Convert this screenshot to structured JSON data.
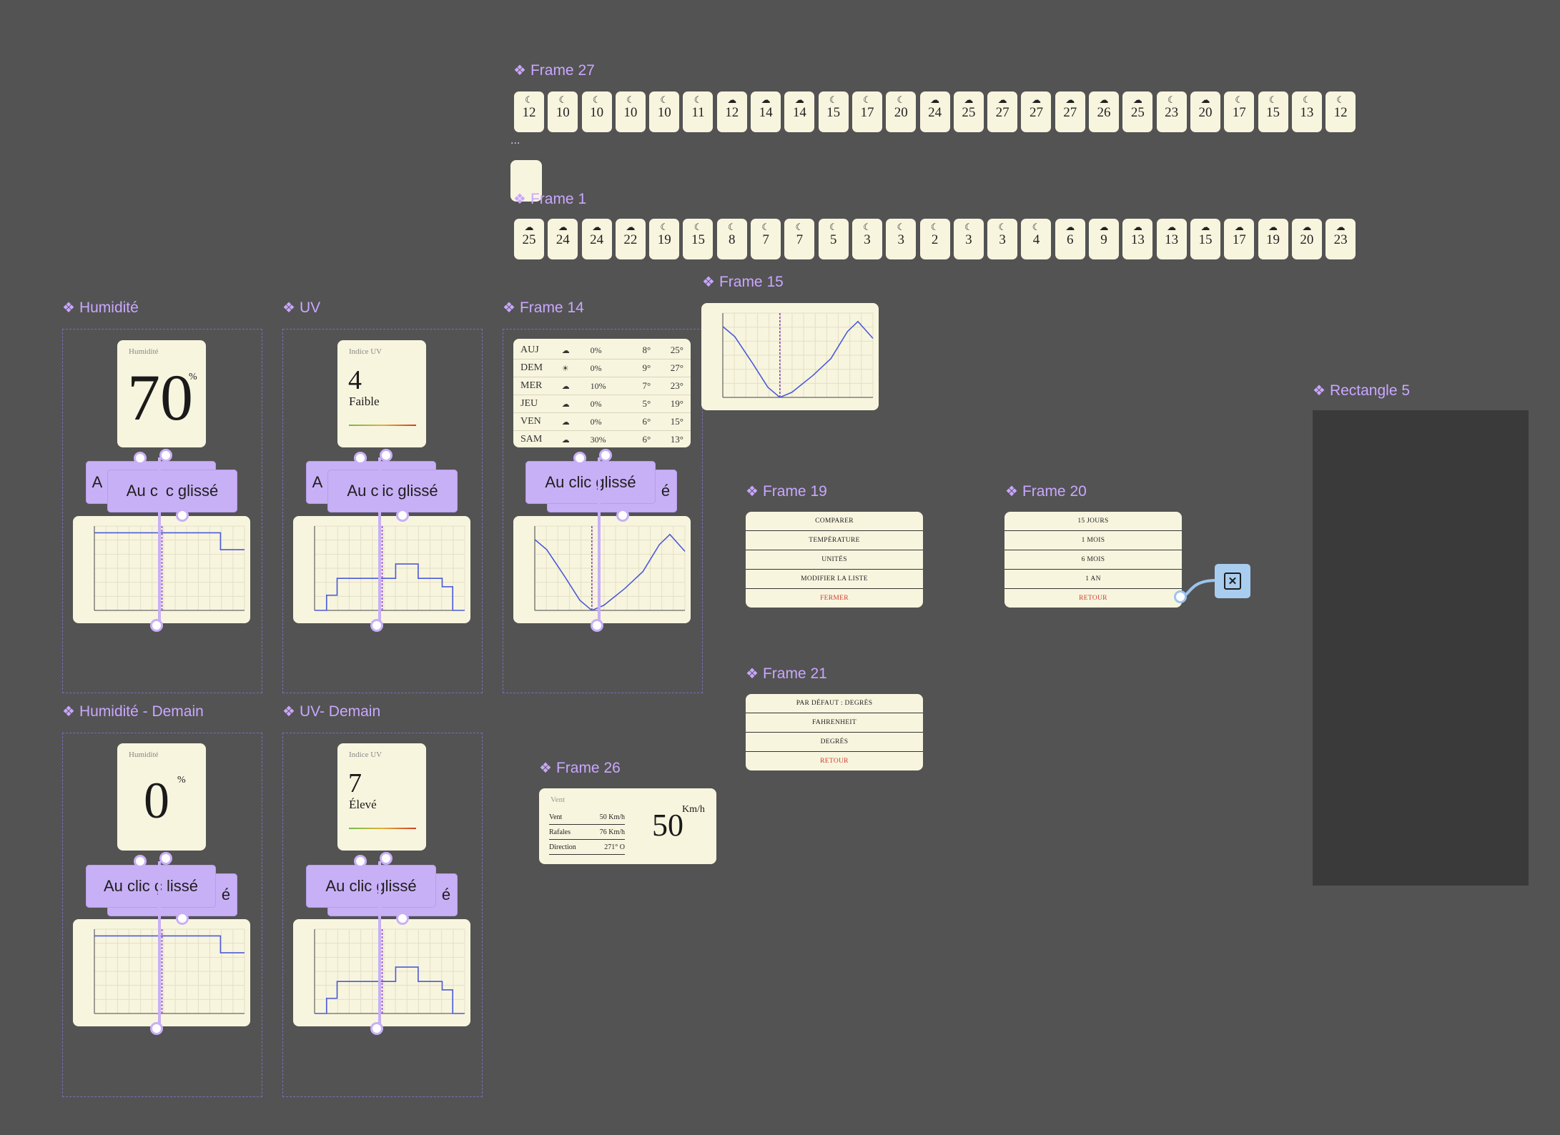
{
  "frames": {
    "frame27": "Frame 27",
    "frame1": "Frame 1",
    "humidite": "Humidité",
    "uv": "UV",
    "frame14": "Frame 14",
    "frame15": "Frame 15",
    "rectangle5": "Rectangle 5",
    "frame19": "Frame 19",
    "frame20": "Frame 20",
    "frame21": "Frame 21",
    "humidite_demain": "Humidité - Demain",
    "uv_demain": "UV- Demain",
    "frame26": "Frame 26"
  },
  "ellipsis": "...",
  "strip27": {
    "temps": [
      "12",
      "10",
      "10",
      "10",
      "10",
      "11",
      "12",
      "14",
      "14",
      "15",
      "17",
      "20",
      "24",
      "25",
      "27",
      "27",
      "27",
      "26",
      "25",
      "23",
      "20",
      "17",
      "15",
      "13",
      "12"
    ],
    "icons": [
      "moon-icon",
      "moon-icon",
      "moon-icon",
      "moon-icon",
      "moon-icon",
      "moon-icon",
      "cloud-icon",
      "cloud-icon",
      "cloud-icon",
      "moon-icon",
      "moon-icon",
      "moon-icon",
      "cloud-icon",
      "cloud-icon",
      "cloud-icon",
      "cloud-icon",
      "cloud-icon",
      "cloud-icon",
      "cloud-icon",
      "moon-icon",
      "cloud-icon",
      "moon-icon",
      "moon-icon",
      "moon-icon",
      "moon-icon"
    ]
  },
  "strip1": {
    "temps": [
      "25",
      "24",
      "24",
      "22",
      "19",
      "15",
      "8",
      "7",
      "7",
      "5",
      "3",
      "3",
      "2",
      "3",
      "3",
      "4",
      "6",
      "9",
      "13",
      "13",
      "15",
      "17",
      "19",
      "20",
      "23"
    ],
    "icons": [
      "cloud-icon",
      "cloud-icon",
      "cloud-icon",
      "cloud-icon",
      "moon-icon",
      "moon-icon",
      "moon-icon",
      "moon-icon",
      "moon-icon",
      "moon-icon",
      "moon-icon",
      "moon-icon",
      "moon-icon",
      "moon-icon",
      "moon-icon",
      "moon-icon",
      "cloud-icon",
      "cloud-icon",
      "cloud-icon",
      "cloud-icon",
      "cloud-icon",
      "cloud-icon",
      "cloud-icon",
      "cloud-icon",
      "cloud-icon"
    ]
  },
  "humidite_card": {
    "title": "Humidité",
    "value": "70",
    "unit": "%"
  },
  "uv_card": {
    "title": "Indice UV",
    "value": "4",
    "level": "Faible"
  },
  "humidite_demain_card": {
    "title": "Humidité",
    "value": "0",
    "unit": "%"
  },
  "uv_demain_card": {
    "title": "Indice UV",
    "value": "7",
    "level": "Élevé"
  },
  "interaction_label": "Au clic glissé",
  "interaction_label_clipped": "Au cl c glissé",
  "interaction_label_clipped2": "Au clic ç lissé",
  "forecast": [
    {
      "day": "AUJ",
      "icon": "cloud-icon",
      "rain": "0%",
      "min": "8°",
      "max": "25°"
    },
    {
      "day": "DEM",
      "icon": "sun-icon",
      "rain": "0%",
      "min": "9°",
      "max": "27°"
    },
    {
      "day": "MER",
      "icon": "cloud-icon",
      "rain": "10%",
      "min": "7°",
      "max": "23°"
    },
    {
      "day": "JEU",
      "icon": "cloud-icon",
      "rain": "0%",
      "min": "5°",
      "max": "19°"
    },
    {
      "day": "VEN",
      "icon": "cloud-icon",
      "rain": "0%",
      "min": "6°",
      "max": "15°"
    },
    {
      "day": "SAM",
      "icon": "cloud-icon",
      "rain": "30%",
      "min": "6°",
      "max": "13°"
    }
  ],
  "menu19": [
    "COMPARER",
    "TEMPÉRATURE",
    "UNITÉS",
    "MODIFIER LA LISTE",
    "FERMER"
  ],
  "menu20": [
    "15 JOURS",
    "1 MOIS",
    "6 MOIS",
    "1 AN",
    "RETOUR"
  ],
  "menu21": [
    "PAR DÉFAUT : DEGRÉS",
    "FAHRENHEIT",
    "DEGRÉS",
    "RETOUR"
  ],
  "wind": {
    "title": "Vent",
    "rows": [
      {
        "label": "Vent",
        "value": "50 Km/h"
      },
      {
        "label": "Rafales",
        "value": "76 Km/h"
      },
      {
        "label": "Direction",
        "value": "271° O"
      }
    ],
    "big": "50",
    "unit": "Km/h"
  },
  "colors": {
    "accent": "#c8b0f6",
    "card": "#f8f5df",
    "canvas": "#535353",
    "line": "#4a5bd8",
    "danger": "#d23b2b"
  },
  "close_icon": "close-icon"
}
